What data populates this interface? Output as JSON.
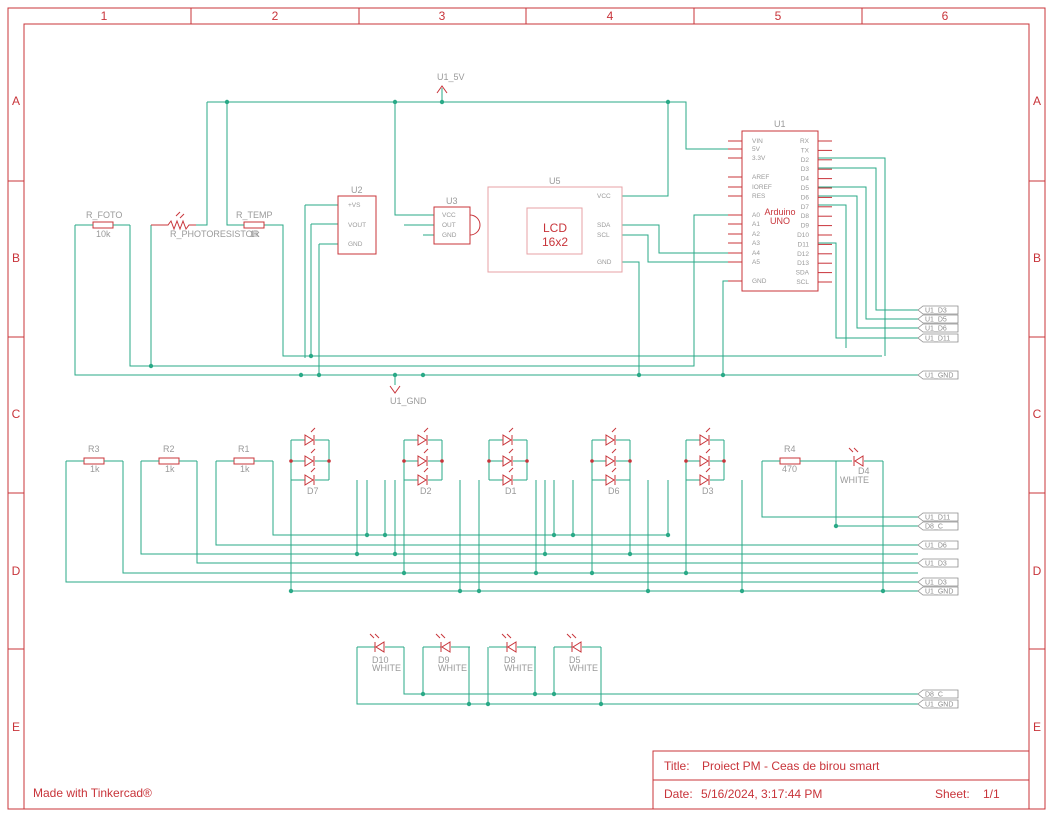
{
  "sheet": {
    "columns": [
      "1",
      "2",
      "3",
      "4",
      "5",
      "6"
    ],
    "rows": [
      "A",
      "B",
      "C",
      "D",
      "E"
    ],
    "made_with": "Made with Tinkercad®",
    "title_label": "Title:",
    "title": "Proiect PM - Ceas de birou smart",
    "date_label": "Date:",
    "date": "5/16/2024, 3:17:44 PM",
    "sheet_label": "Sheet:",
    "sheet_no": "1/1"
  },
  "power": {
    "vcc": "U1_5V",
    "gnd": "U1_GND"
  },
  "resistors": {
    "r_foto": {
      "name": "R_FOTO",
      "value": "10k"
    },
    "r_photo": {
      "name": "R_PHOTORESISTOR"
    },
    "r_temp": {
      "name": "R_TEMP",
      "value": "1k"
    },
    "r3": {
      "name": "R3",
      "value": "1k"
    },
    "r2": {
      "name": "R2",
      "value": "1k"
    },
    "r1": {
      "name": "R1",
      "value": "1k"
    },
    "r4": {
      "name": "R4",
      "value": "470"
    }
  },
  "u2": {
    "name": "U2",
    "pins": [
      "+VS",
      "VOUT",
      "GND"
    ]
  },
  "u3": {
    "name": "U3",
    "pins": [
      "VCC",
      "OUT",
      "GND"
    ]
  },
  "u5": {
    "name": "U5",
    "line1": "LCD",
    "line2": "16x2",
    "pins": [
      "VCC",
      "SDA",
      "SCL",
      "GND"
    ]
  },
  "u1": {
    "name": "U1",
    "line1": "Arduino",
    "line2": "UNO",
    "left_pins": [
      "VIN",
      "5V",
      "3.3V",
      "AREF",
      "IOREF",
      "RES",
      "A0",
      "A1",
      "A2",
      "A3",
      "A4",
      "A5",
      "GND"
    ],
    "right_pins": [
      "RX",
      "TX",
      "D2",
      "D3",
      "D4",
      "D5",
      "D6",
      "D7",
      "D8",
      "D9",
      "D10",
      "D11",
      "D12",
      "D13",
      "SDA",
      "SCL"
    ]
  },
  "rgb_leds": [
    "D7",
    "D2",
    "D1",
    "D6",
    "D3"
  ],
  "white_led_label": "WHITE",
  "white_leds": [
    "D4",
    "D10",
    "D9",
    "D8",
    "D5"
  ],
  "nets": {
    "top": [
      "U1_D3",
      "U1_D5",
      "U1_D6",
      "U1_D11"
    ],
    "top_gnd": "U1_GND",
    "mid": [
      "U1_D11",
      "D8_C",
      "U1_D6",
      "U1_D3",
      "U1_D3",
      "U1_GND"
    ],
    "bottom": [
      "D8_C",
      "U1_GND"
    ]
  }
}
